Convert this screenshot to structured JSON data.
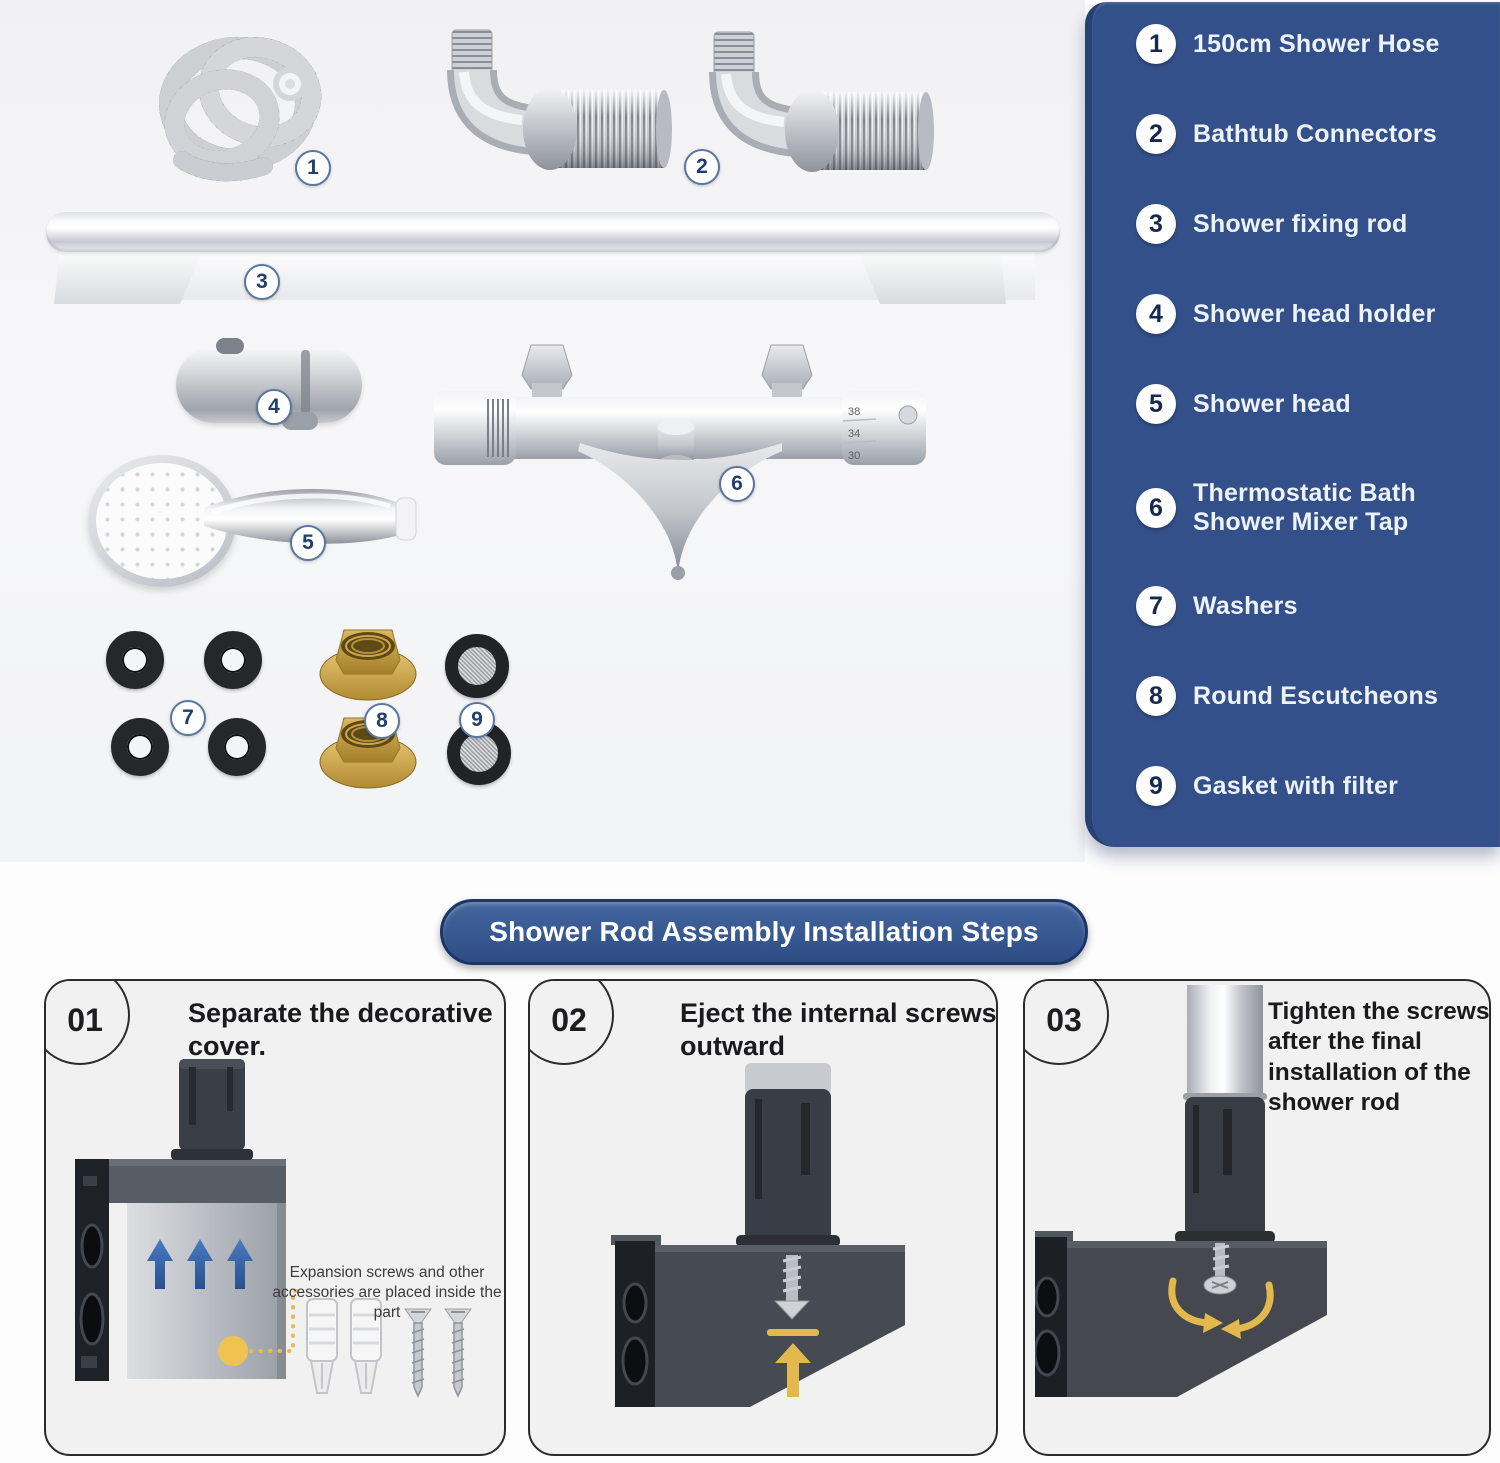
{
  "parts": {
    "items": [
      {
        "num": "1",
        "label": "150cm Shower Hose"
      },
      {
        "num": "2",
        "label": "Bathtub Connectors"
      },
      {
        "num": "3",
        "label": "Shower fixing rod"
      },
      {
        "num": "4",
        "label": "Shower head holder"
      },
      {
        "num": "5",
        "label": "Shower head"
      },
      {
        "num": "6",
        "label": "Thermostatic Bath Shower Mixer Tap"
      },
      {
        "num": "7",
        "label": "Washers"
      },
      {
        "num": "8",
        "label": "Round Escutcheons"
      },
      {
        "num": "9",
        "label": "Gasket with filter"
      }
    ]
  },
  "photo": {
    "tap_temperature_marks": [
      "38",
      "34",
      "30"
    ]
  },
  "banner": {
    "title": "Shower Rod Assembly Installation Steps"
  },
  "steps": [
    {
      "num": "01",
      "title": "Separate the decorative cover."
    },
    {
      "num": "02",
      "title": "Eject the internal screws outward"
    },
    {
      "num": "03",
      "title": "Tighten the screws after the final installation of the shower rod"
    }
  ],
  "notes": {
    "step1": "Expansion screws and other accessories are placed inside the part"
  },
  "colors": {
    "legend_panel": "#33508a",
    "banner_top": "#44659f",
    "banner_bottom": "#2e4d85",
    "banner_border": "#1d3566",
    "callout_border": "#58779f",
    "arrow_blue": "#2f62b0",
    "highlight_yellow": "#e7bd4e",
    "brass": "#c9a24a"
  }
}
